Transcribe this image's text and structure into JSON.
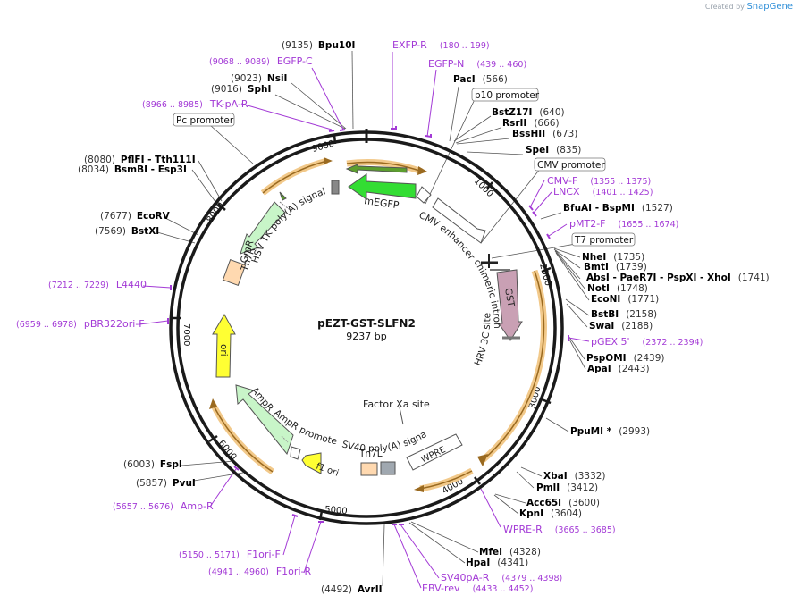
{
  "brand": {
    "created_by": "Created by",
    "name": "SnapGene"
  },
  "plasmid": {
    "name": "pEZT-GST-SLFN2",
    "size": "9237 bp"
  },
  "ticks": [
    "1000",
    "2000",
    "3000",
    "4000",
    "5000",
    "6000",
    "7000",
    "8000",
    "9000"
  ],
  "sites": [
    {
      "id": "bpu10i",
      "name": "Bpu10I",
      "pos": "(9135)"
    },
    {
      "id": "nsii",
      "name": "NsiI",
      "pos": "(9023)"
    },
    {
      "id": "sphi",
      "name": "SphI",
      "pos": "(9016)"
    },
    {
      "id": "paci",
      "name": "PacI",
      "pos": "(566)"
    },
    {
      "id": "bstz17i",
      "name": "BstZ17I",
      "pos": "(640)"
    },
    {
      "id": "rsrii",
      "name": "RsrII",
      "pos": "(666)"
    },
    {
      "id": "bsshii",
      "name": "BssHII",
      "pos": "(673)"
    },
    {
      "id": "spei",
      "name": "SpeI",
      "pos": "(835)"
    },
    {
      "id": "bfuai",
      "name": "BfuAI",
      "name2": "BspMI",
      "pos": "(1527)"
    },
    {
      "id": "nhei",
      "name": "NheI",
      "pos": "(1735)"
    },
    {
      "id": "bmti",
      "name": "BmtI",
      "pos": "(1739)"
    },
    {
      "id": "absi",
      "name": "AbsI",
      "name2": "PaeR7I",
      "name3": "PspXI",
      "name4": "XhoI",
      "pos": "(1741)"
    },
    {
      "id": "noti",
      "name": "NotI",
      "pos": "(1748)"
    },
    {
      "id": "econi",
      "name": "EcoNI",
      "pos": "(1771)"
    },
    {
      "id": "bstbi",
      "name": "BstBI",
      "pos": "(2158)"
    },
    {
      "id": "swai",
      "name": "SwaI",
      "pos": "(2188)"
    },
    {
      "id": "pspomi",
      "name": "PspOMI",
      "pos": "(2439)"
    },
    {
      "id": "apai",
      "name": "ApaI",
      "pos": "(2443)"
    },
    {
      "id": "ppumi",
      "name": "PpuMI *",
      "pos": "(2993)"
    },
    {
      "id": "xbai",
      "name": "XbaI",
      "pos": "(3332)"
    },
    {
      "id": "pmli",
      "name": "PmlI",
      "pos": "(3412)"
    },
    {
      "id": "acc65i",
      "name": "Acc65I",
      "pos": "(3600)"
    },
    {
      "id": "kpni",
      "name": "KpnI",
      "pos": "(3604)"
    },
    {
      "id": "mfei",
      "name": "MfeI",
      "pos": "(4328)"
    },
    {
      "id": "hpai",
      "name": "HpaI",
      "pos": "(4341)"
    },
    {
      "id": "avrii",
      "name": "AvrII",
      "pos": "(4492)"
    },
    {
      "id": "pvui",
      "name": "PvuI",
      "pos": "(5857)"
    },
    {
      "id": "fspi",
      "name": "FspI",
      "pos": "(6003)"
    },
    {
      "id": "bstxi",
      "name": "BstXI",
      "pos": "(7569)"
    },
    {
      "id": "ecorv",
      "name": "EcoRV",
      "pos": "(7677)"
    },
    {
      "id": "bsmbi",
      "name": "BsmBI",
      "name2": "Esp3I",
      "pos": "(8034)"
    },
    {
      "id": "pflfi",
      "name": "PflFI",
      "name2": "Tth111I",
      "pos": "(8080)"
    }
  ],
  "primers": [
    {
      "id": "exfp-r",
      "name": "EXFP-R",
      "range": "(180 .. 199)"
    },
    {
      "id": "egfp-n",
      "name": "EGFP-N",
      "range": "(439 .. 460)"
    },
    {
      "id": "egfp-c",
      "name": "EGFP-C",
      "range": "(9068 .. 9089)"
    },
    {
      "id": "tk-pa-r",
      "name": "TK-pA-R",
      "range": "(8966 .. 8985)"
    },
    {
      "id": "cmv-f",
      "name": "CMV-F",
      "range": "(1355 .. 1375)"
    },
    {
      "id": "lncx",
      "name": "LNCX",
      "range": "(1401 .. 1425)"
    },
    {
      "id": "pmt2-f",
      "name": "pMT2-F",
      "range": "(1655 .. 1674)"
    },
    {
      "id": "pgex5",
      "name": "pGEX 5'",
      "range": "(2372 .. 2394)"
    },
    {
      "id": "wpre-r",
      "name": "WPRE-R",
      "range": "(3665 .. 3685)"
    },
    {
      "id": "sv40pa-r",
      "name": "SV40pA-R",
      "range": "(4379 .. 4398)"
    },
    {
      "id": "ebv-rev",
      "name": "EBV-rev",
      "range": "(4433 .. 4452)"
    },
    {
      "id": "f1ori-r",
      "name": "F1ori-R",
      "range": "(4941 .. 4960)"
    },
    {
      "id": "f1ori-f",
      "name": "F1ori-F",
      "range": "(5150 .. 5171)"
    },
    {
      "id": "amp-r",
      "name": "Amp-R",
      "range": "(5657 .. 5676)"
    },
    {
      "id": "pbr322ori-f",
      "name": "pBR322ori-F",
      "range": "(6959 .. 6978)"
    },
    {
      "id": "l4440",
      "name": "L4440",
      "range": "(7212 .. 7229)"
    }
  ],
  "promoters": [
    {
      "id": "p10",
      "name": "p10 promoter"
    },
    {
      "id": "cmv",
      "name": "CMV promoter"
    },
    {
      "id": "t7",
      "name": "T7 promoter"
    },
    {
      "id": "pc",
      "name": "Pc promoter"
    }
  ],
  "features": [
    {
      "id": "megfp",
      "name": "mEGFP",
      "color": "#33dd33"
    },
    {
      "id": "cmv-enhancer",
      "name": "CMV enhancer",
      "color": "#ffffff"
    },
    {
      "id": "chimeric-intron",
      "name": "chimeric intron",
      "color": "#888888"
    },
    {
      "id": "gst",
      "name": "GST",
      "color": "#c9a0b4"
    },
    {
      "id": "hrv3c",
      "name": "HRV 3C site",
      "color": "#888888"
    },
    {
      "id": "factor-xa",
      "name": "Factor Xa site",
      "color": "#888888"
    },
    {
      "id": "wpre",
      "name": "WPRE",
      "color": "#ffffff"
    },
    {
      "id": "sv40pa",
      "name": "SV40 poly(A) signal",
      "color": "#a0a8b0"
    },
    {
      "id": "tn7l",
      "name": "Tn7L",
      "color": "#ffd9b0"
    },
    {
      "id": "f1ori",
      "name": "f1 ori",
      "color": "#ffff33"
    },
    {
      "id": "ampr-promoter",
      "name": "AmpR promoter",
      "color": "#ffffff"
    },
    {
      "id": "ampr",
      "name": "AmpR",
      "color": "#c8f5c8"
    },
    {
      "id": "ori",
      "name": "ori",
      "color": "#ffff33"
    },
    {
      "id": "tn7r",
      "name": "Tn7R",
      "color": "#ffd9b0"
    },
    {
      "id": "gmr",
      "name": "GmR",
      "color": "#c8f5c8"
    },
    {
      "id": "hsv-tk-pa",
      "name": "HSV TK poly(A) signal",
      "color": "#a0a8b0"
    }
  ],
  "colors": {
    "primer": "#a33ad6",
    "orf": "#e0a030",
    "backbone": "#1a1a1a"
  }
}
